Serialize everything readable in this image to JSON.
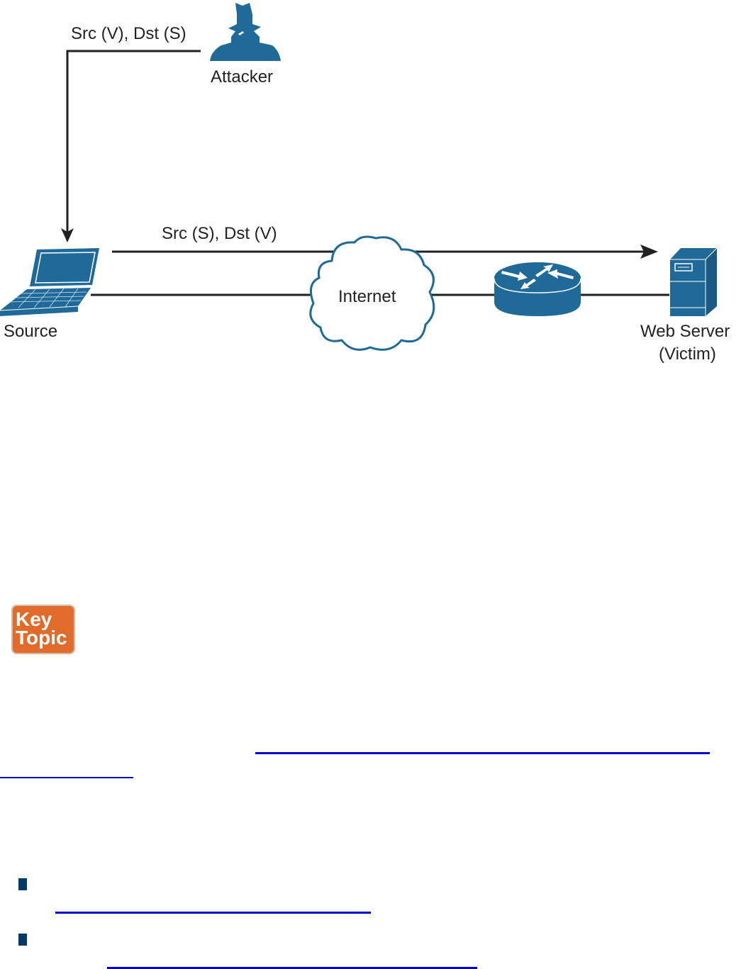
{
  "diagram": {
    "nodes": {
      "attacker": "Attacker",
      "source": "Source",
      "internet": "Internet",
      "router": "",
      "web_server_line1": "Web Server",
      "web_server_line2": "(Victim)"
    },
    "edges": {
      "attacker_to_source": "Src (V), Dst (S)",
      "source_to_victim": "Src (S), Dst (V)"
    },
    "colors": {
      "icon_blue": "#1f6a99",
      "line": "#222222",
      "link": "#0000cc",
      "key_topic": "#e06b2a",
      "bullet": "#003a6b"
    }
  },
  "key_topic": {
    "line1": "Key",
    "line2": "Topic"
  },
  "body": {
    "links": [
      "",
      ""
    ],
    "bullets": [
      {
        "text": "",
        "link": ""
      },
      {
        "text": "",
        "link": ""
      }
    ]
  }
}
